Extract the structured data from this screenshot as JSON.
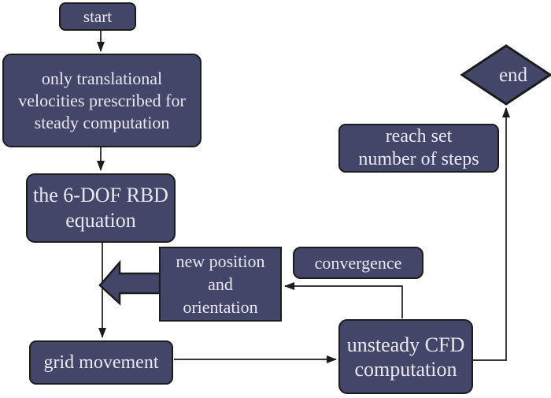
{
  "colors": {
    "node_fill": "#434669",
    "node_border": "#1c1c1c",
    "node_text": "#e9e8f2",
    "connector": "#1c1c1c",
    "background": "#ffffff"
  },
  "nodes": {
    "start": {
      "lines": [
        "start"
      ]
    },
    "steady_computation": {
      "lines": [
        "only translational",
        "velocities prescribed for",
        "steady computation"
      ]
    },
    "rbd_equation": {
      "lines": [
        "the 6-DOF RBD",
        "equation"
      ]
    },
    "grid_movement": {
      "lines": [
        "grid movement"
      ]
    },
    "new_position": {
      "lines": [
        "new position",
        "and",
        "orientation"
      ]
    },
    "convergence": {
      "lines": [
        "convergence"
      ]
    },
    "unsteady_cfd": {
      "lines": [
        "unsteady CFD",
        "computation"
      ]
    },
    "reach_steps": {
      "lines": [
        "reach set",
        "number of steps"
      ]
    },
    "end": {
      "lines": [
        "end"
      ]
    }
  },
  "edges": [
    {
      "from": "start",
      "to": "steady_computation"
    },
    {
      "from": "steady_computation",
      "to": "rbd_equation"
    },
    {
      "from": "rbd_equation",
      "to": "grid_movement"
    },
    {
      "from": "new_position",
      "to": "rbd_equation_to_grid_movement_line",
      "style": "block-arrow"
    },
    {
      "from": "grid_movement",
      "to": "unsteady_cfd"
    },
    {
      "from": "unsteady_cfd",
      "to": "new_position",
      "label_node": "convergence"
    },
    {
      "from": "unsteady_cfd",
      "to": "end",
      "label_node": "reach_steps"
    }
  ]
}
